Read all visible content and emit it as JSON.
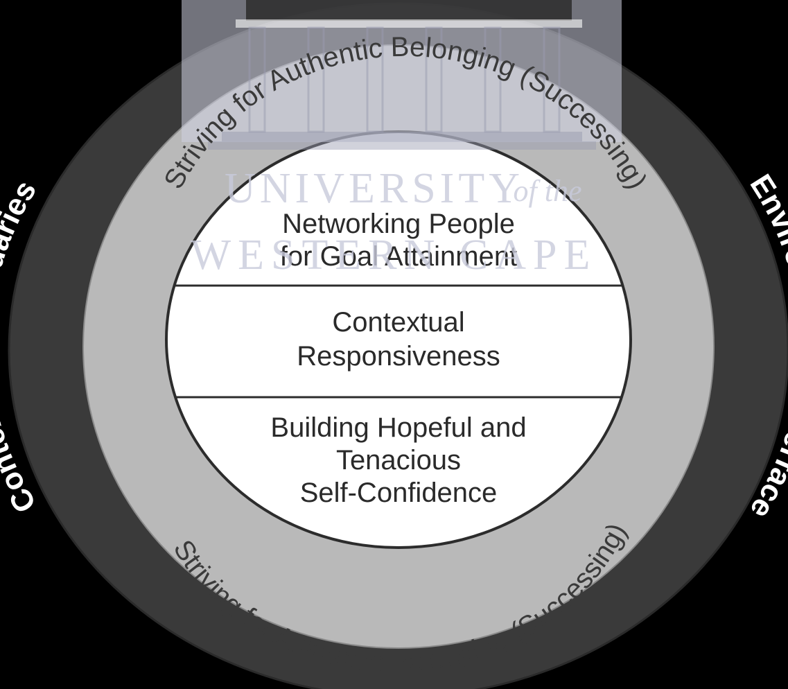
{
  "diagram": {
    "outer_ring": {
      "left_label": "Contextual Boundaries",
      "right_label": "Environmental Interface"
    },
    "middle_ring": {
      "top_label": "Striving for Authentic Belonging (Successing)",
      "bottom_label": "Striving for Authentic Belonging (Successing)"
    },
    "core": {
      "segment_1": [
        "Networking People",
        "for Goal Attainment"
      ],
      "segment_2": [
        "Contextual",
        "Responsiveness"
      ],
      "segment_3": [
        "Building Hopeful and",
        "Tenacious",
        "Self-Confidence"
      ]
    }
  },
  "watermark": {
    "line_1": "UNIVERSITY",
    "line_1_suffix": "of the",
    "line_2": "WESTERN CAPE"
  },
  "colors": {
    "background": "#000000",
    "outer_ring": "#3a3a3a",
    "middle_ring": "#b9b9b9",
    "inner_disc": "#ffffff"
  }
}
